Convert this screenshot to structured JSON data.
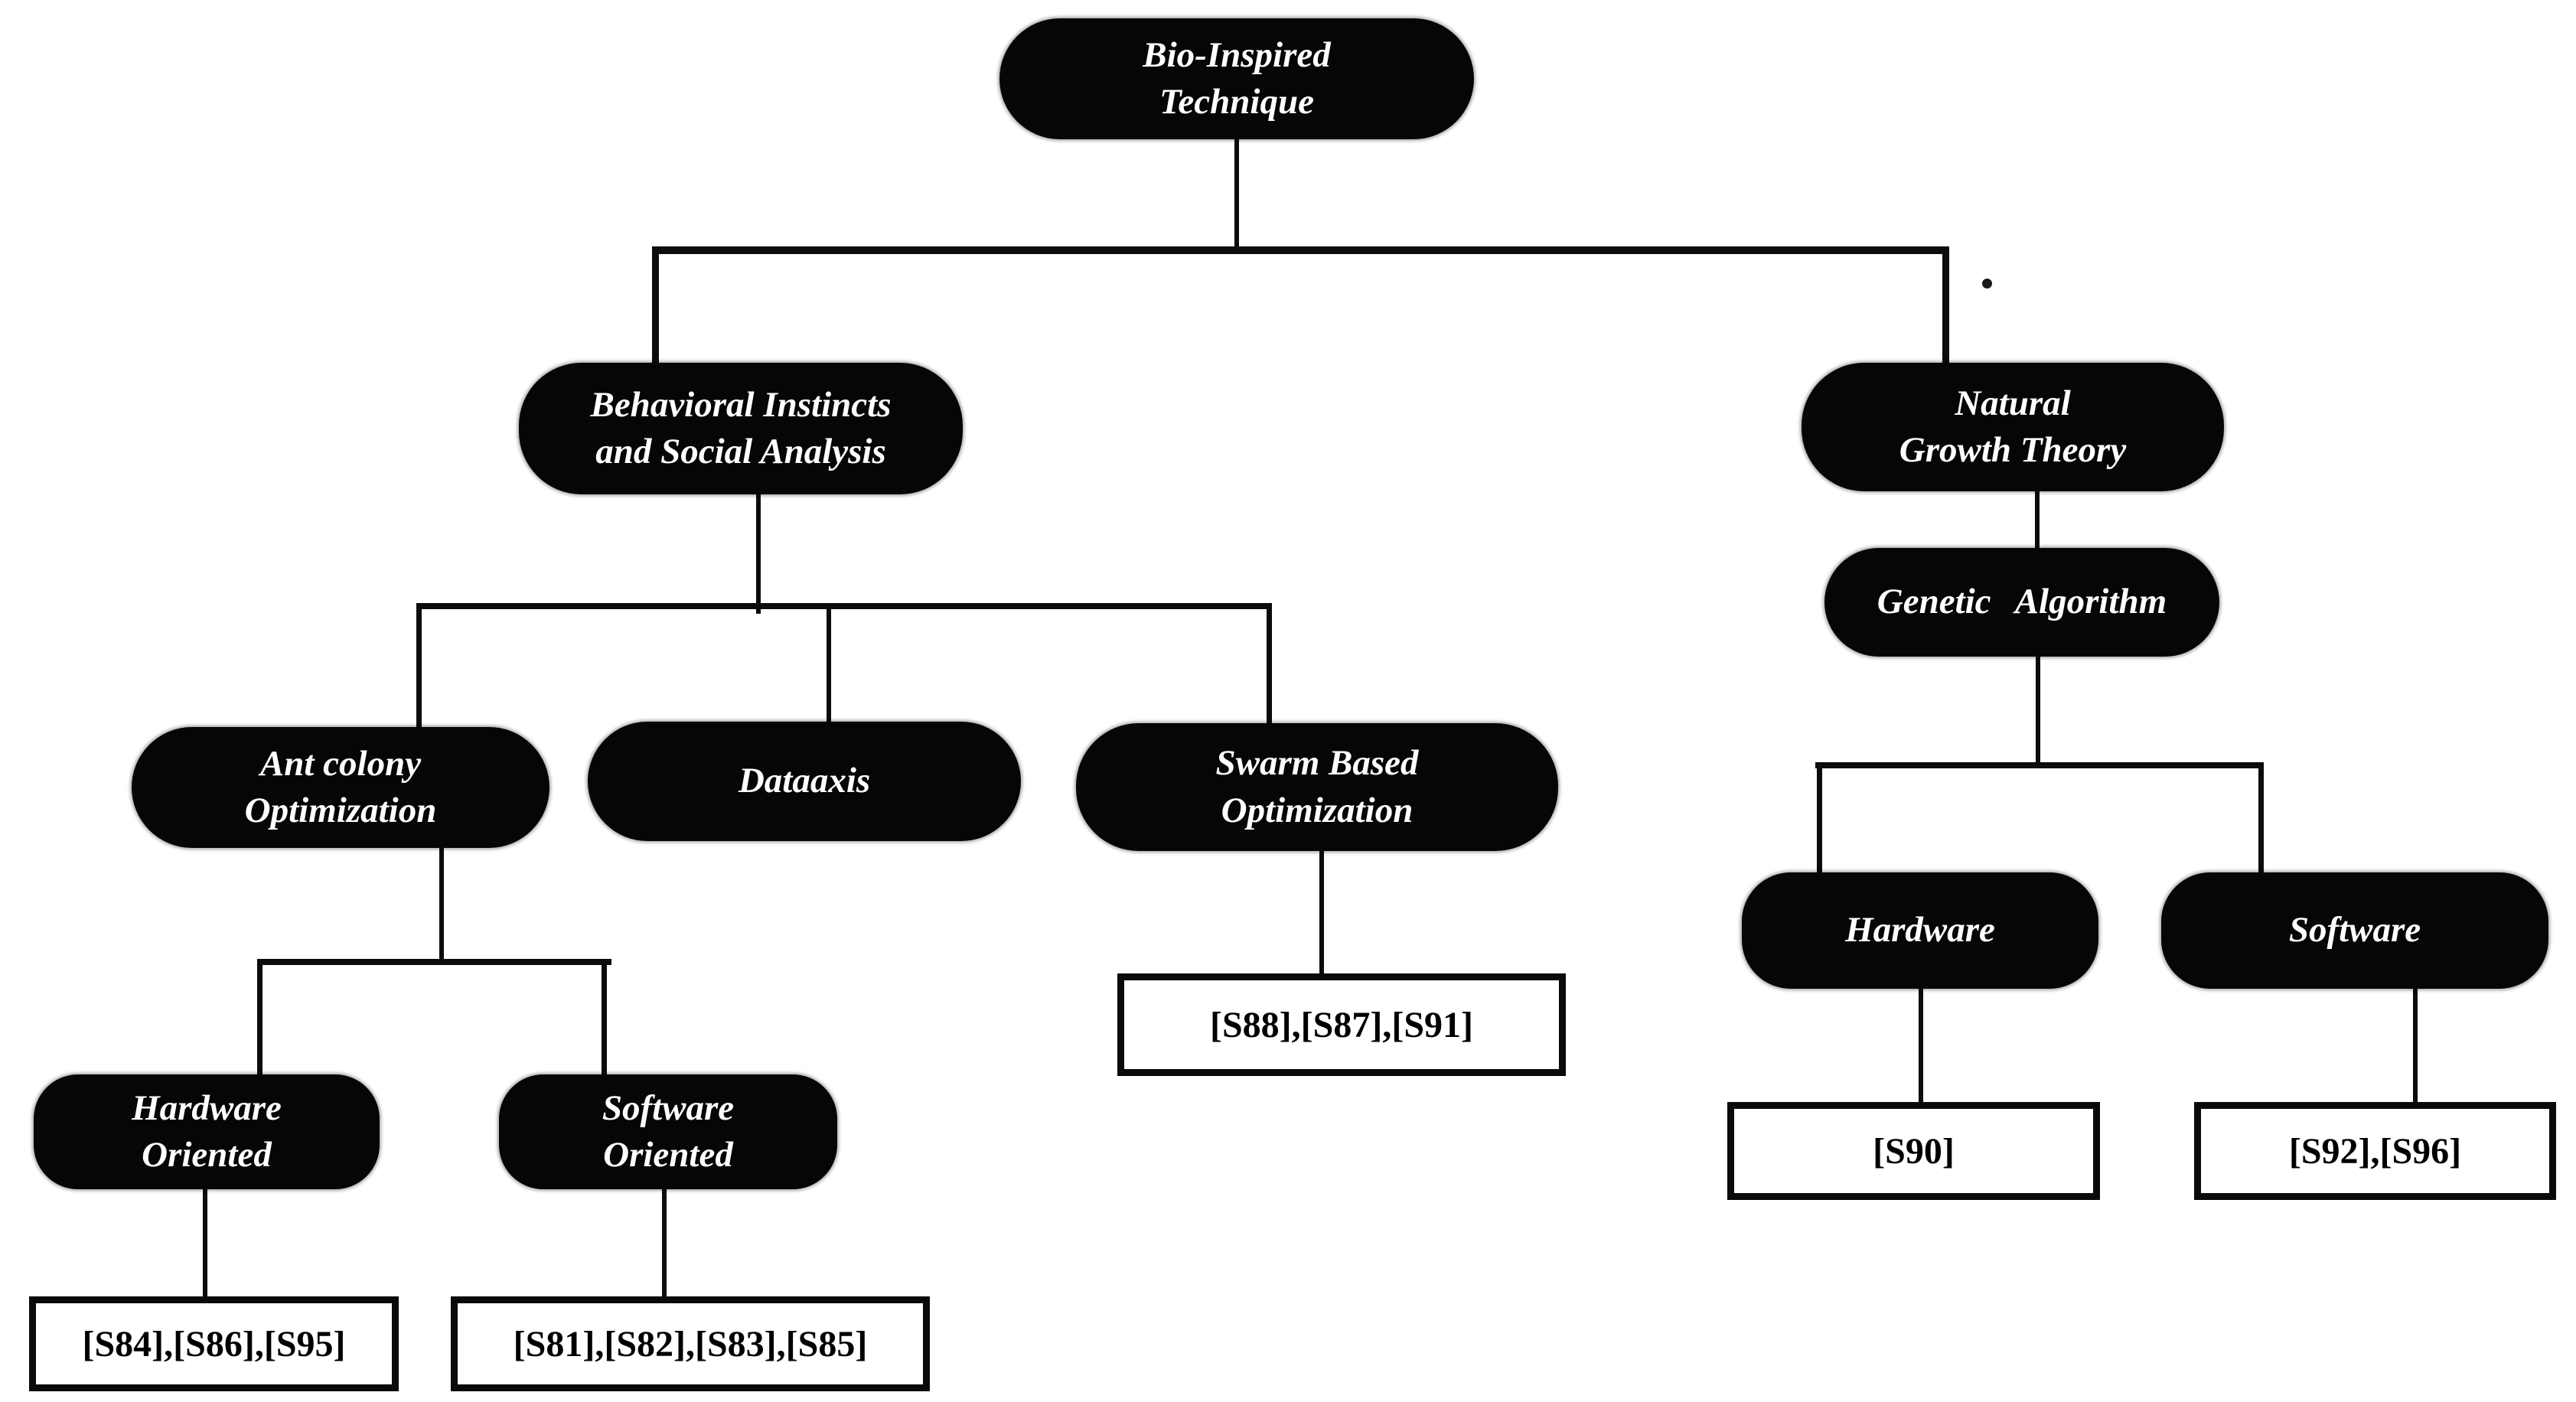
{
  "diagram": {
    "description_colors": {
      "background": "#ffffff",
      "node_fill": "#060606",
      "node_text": "#ffffff",
      "connector": "#0c0c0c",
      "ref_box_border": "#0a0a0a",
      "ref_box_fill": "#ffffff",
      "ref_text": "#000000"
    },
    "nodes": {
      "root": {
        "label": "Bio-Inspired\nTechnique"
      },
      "behavioral": {
        "label": "Behavioral Instincts\nand Social Analysis"
      },
      "natural": {
        "label": "Natural\nGrowth Theory"
      },
      "genetic": {
        "label": "Genetic Algorithm"
      },
      "ant": {
        "label": "Ant colony\nOptimization"
      },
      "dataaxis": {
        "label": "Dataaxis"
      },
      "swarm": {
        "label": "Swarm Based\nOptimization"
      },
      "hardware_ga": {
        "label": "Hardware"
      },
      "software_ga": {
        "label": "Software"
      },
      "hardware_oriented": {
        "label": "Hardware\nOriented"
      },
      "software_oriented": {
        "label": "Software\nOriented"
      }
    },
    "references": {
      "swarm_refs": {
        "label": "[S88],[S87],[S91]"
      },
      "hardware_ga_refs": {
        "label": "[S90]"
      },
      "software_ga_refs": {
        "label": "[S92],[S96]"
      },
      "hardware_oriented_refs": {
        "label": "[S84],[S86],[S95]"
      },
      "software_oriented_refs": {
        "label": "[S81],[S82],[S83],[S85]"
      }
    },
    "edges": [
      [
        "root",
        "behavioral"
      ],
      [
        "root",
        "natural"
      ],
      [
        "behavioral",
        "ant"
      ],
      [
        "behavioral",
        "dataaxis"
      ],
      [
        "behavioral",
        "swarm"
      ],
      [
        "natural",
        "genetic"
      ],
      [
        "genetic",
        "hardware_ga"
      ],
      [
        "genetic",
        "software_ga"
      ],
      [
        "ant",
        "hardware_oriented"
      ],
      [
        "ant",
        "software_oriented"
      ],
      [
        "swarm",
        "swarm_refs"
      ],
      [
        "hardware_ga",
        "hardware_ga_refs"
      ],
      [
        "software_ga",
        "software_ga_refs"
      ],
      [
        "hardware_oriented",
        "hardware_oriented_refs"
      ],
      [
        "software_oriented",
        "software_oriented_refs"
      ]
    ]
  }
}
